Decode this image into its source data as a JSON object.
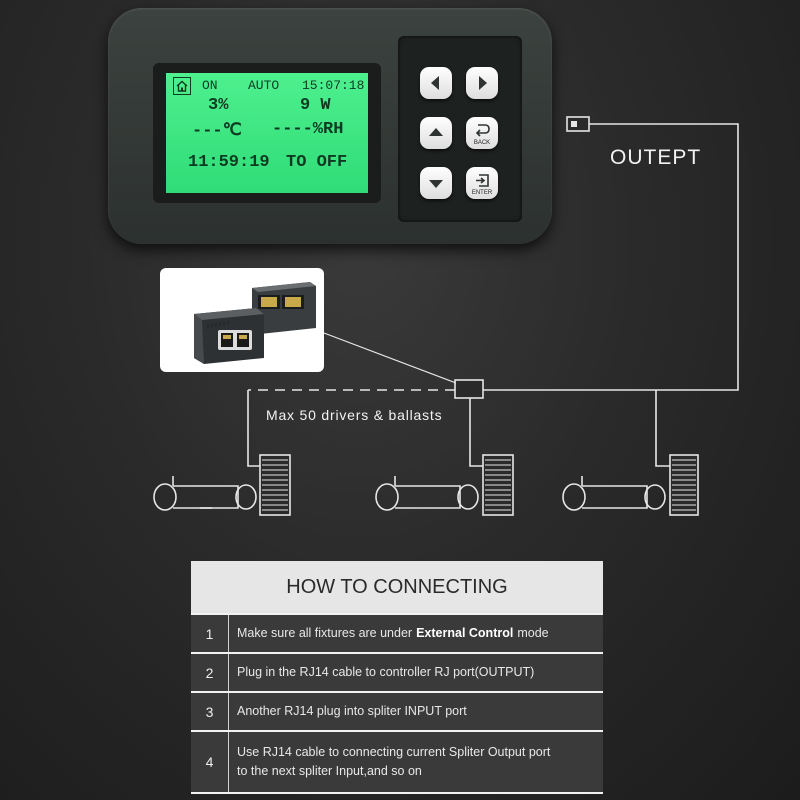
{
  "controller": {
    "lcd": {
      "status": "ON",
      "mode": "AUTO",
      "clock": "15:07:18",
      "dim_level": "3%",
      "power": "9 W",
      "temperature": "---℃",
      "humidity": "----%RH",
      "countdown": "11:59:19",
      "next_action": "TO OFF"
    },
    "keys": {
      "back_label": "BACK",
      "enter_label": "ENTER"
    }
  },
  "diagram": {
    "output_label": "OUTEPT",
    "max_label": "Max 50 drivers & ballasts"
  },
  "howto": {
    "title": "HOW TO CONNECTING",
    "steps": [
      {
        "num": "1",
        "before": "Make sure all fixtures are under",
        "bold": "External Control",
        "after": "mode"
      },
      {
        "num": "2",
        "text": "Plug in the RJ14 cable to controller RJ port(OUTPUT)"
      },
      {
        "num": "3",
        "text": "Another RJ14 plug into spliter INPUT port"
      },
      {
        "num": "4",
        "line1": "Use RJ14 cable to connecting current Spliter Output port",
        "line2": "to the next spliter Input,and so on"
      }
    ]
  },
  "colors": {
    "lcd_green": "#3be882",
    "wire": "#e8e8e8",
    "background": "#2a2a2a"
  }
}
